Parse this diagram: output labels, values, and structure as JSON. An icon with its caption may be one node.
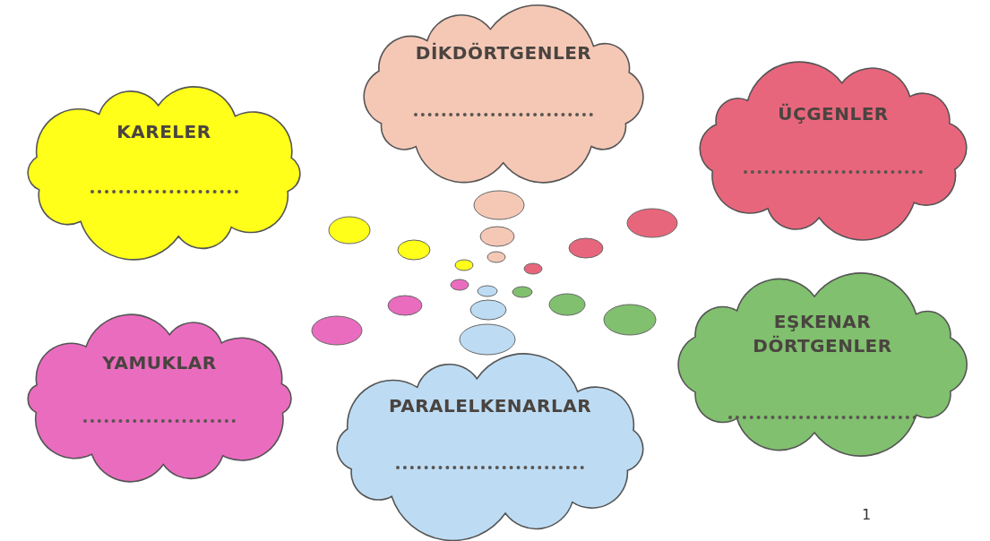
{
  "diagram": {
    "nodes": [
      {
        "text": [
          "KARELER"
        ]
      },
      {
        "text": [
          "DİKDÖRTGENLER"
        ]
      },
      {
        "text": [
          "ÜÇGENLER"
        ]
      },
      {
        "text": [
          "YAMUKLAR"
        ]
      },
      {
        "text": [
          "PARALELKENARLAR"
        ]
      },
      {
        "text": [
          "EŞKENAR DÖRTGENLER"
        ]
      }
    ],
    "edges": [],
    "labels": [
      "1"
    ]
  }
}
